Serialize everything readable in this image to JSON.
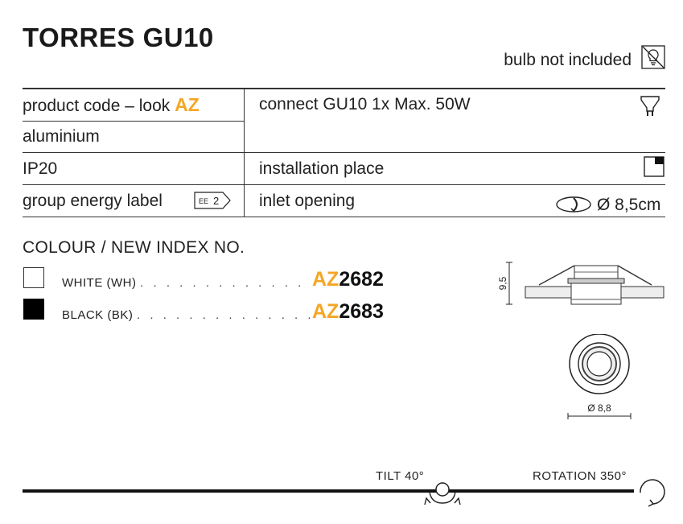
{
  "header": {
    "title": "TORRES GU10",
    "bulb_note": "bulb not included"
  },
  "specs": {
    "product_code_prefix": "product code – look ",
    "product_code_brand": "AZ",
    "material": "aluminium",
    "ip_rating": "IP20",
    "energy_label_text": "group energy label",
    "energy_badge_prefix": "EE",
    "energy_badge_class": "2",
    "connect": "connect GU10 1x Max. 50W",
    "installation_place": "installation place",
    "inlet_opening": "inlet opening",
    "inlet_diameter": "Ø 8,5cm"
  },
  "colours": {
    "section_title": "COLOUR / NEW INDEX NO.",
    "items": [
      {
        "label": "WHITE (WH)",
        "dots": ". . . . . . . . . . . . . .",
        "code_brand": "AZ",
        "code_number": "2682",
        "swatch": "#ffffff"
      },
      {
        "label": "BLACK (BK)",
        "dots": ". . . . . . . . . . . . . .",
        "code_brand": "AZ",
        "code_number": "2683",
        "swatch": "#000000"
      }
    ]
  },
  "drawing": {
    "height_dim": "9,5",
    "diameter_dim": "Ø 8,8"
  },
  "motion": {
    "tilt": "TILT 40°",
    "rotation": "ROTATION 350°"
  },
  "colors": {
    "accent": "#f5a623",
    "text": "#222222",
    "line": "#333333"
  },
  "icons": [
    "bulb-not-included-icon",
    "gu10-bulb-icon",
    "installation-place-icon",
    "inlet-opening-icon",
    "energy-label-icon",
    "tilt-icon",
    "rotation-icon"
  ]
}
